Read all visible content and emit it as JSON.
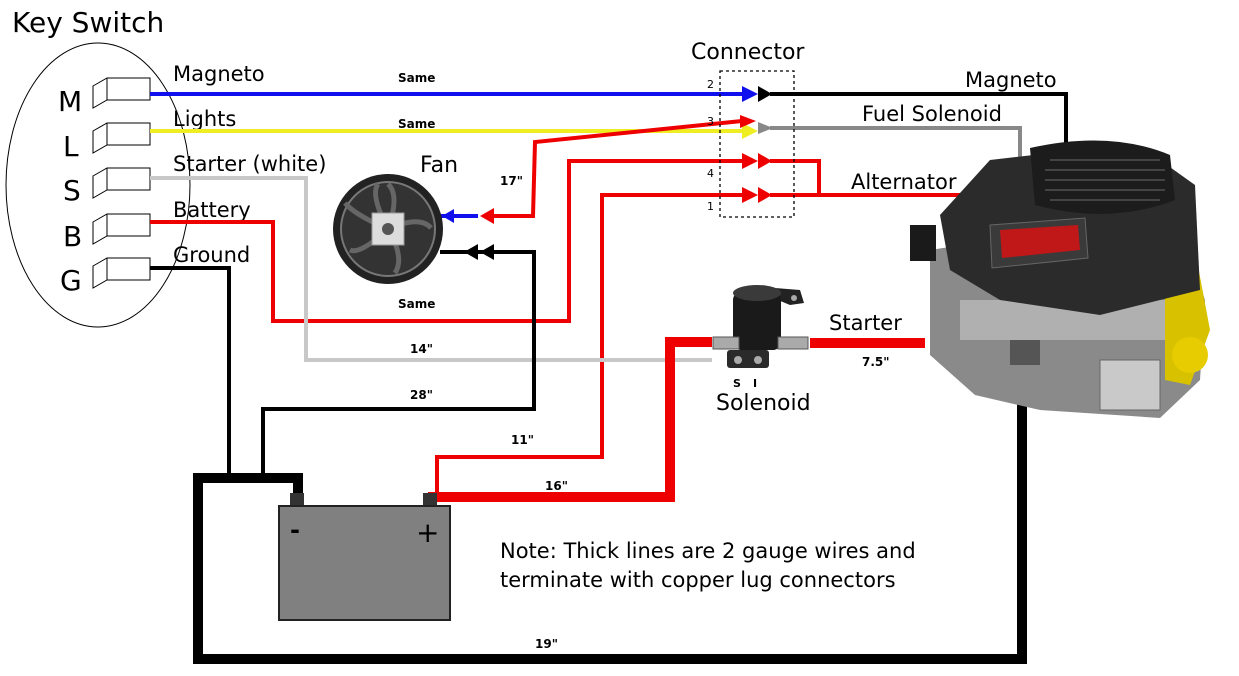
{
  "key_switch": {
    "title": "Key Switch",
    "terminals": [
      {
        "letter": "M",
        "label": "Magneto"
      },
      {
        "letter": "L",
        "label": "Lights"
      },
      {
        "letter": "S",
        "label": "Starter (white)"
      },
      {
        "letter": "B",
        "label": "Battery"
      },
      {
        "letter": "G",
        "label": "Ground"
      }
    ]
  },
  "connector": {
    "title": "Connector",
    "pins": [
      "2",
      "3",
      "4",
      "1"
    ]
  },
  "components": {
    "fan": "Fan",
    "solenoid": "Solenoid",
    "solenoid_terminal_s": "S",
    "solenoid_terminal_i": "I",
    "battery_neg": "-",
    "battery_pos": "+"
  },
  "engine_labels": {
    "magneto": "Magneto",
    "fuel_solenoid": "Fuel Solenoid",
    "alternator": "Alternator",
    "starter": "Starter"
  },
  "wire_lengths": {
    "magneto": "Same",
    "lights": "Same",
    "battery": "Same",
    "fan_feed": "17\"",
    "starter_signal": "14\"",
    "fan_ground": "28\"",
    "alternator_feed": "11\"",
    "battery_to_solenoid": "16\"",
    "solenoid_to_starter": "7.5\"",
    "engine_ground": "19\""
  },
  "note": {
    "line1": "Note: Thick lines are 2 gauge wires and",
    "line2": "terminate with copper lug connectors"
  },
  "colors": {
    "magneto_wire": "#1010ee",
    "lights_wire": "#eeee22",
    "starter_wire": "#c8c8c8",
    "battery_wire": "#ee0000",
    "ground_wire": "#000000",
    "fuel_solenoid_wire": "#888888"
  }
}
